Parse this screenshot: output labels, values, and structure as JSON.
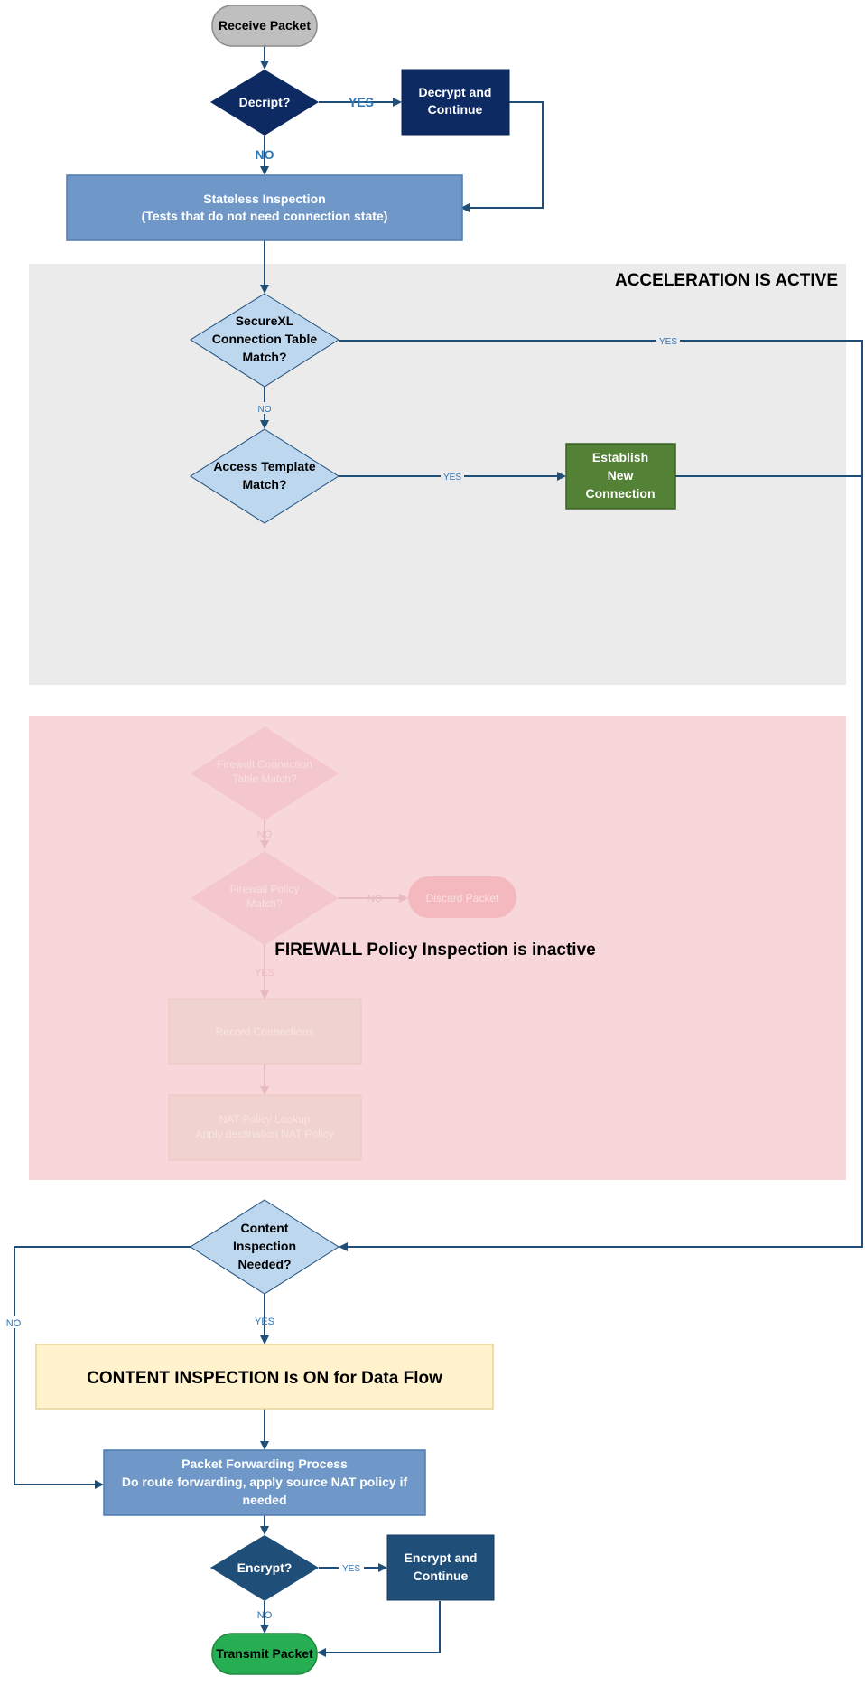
{
  "colors": {
    "dark_navy": "#0d2a63",
    "navy": "#1f4e79",
    "mid_blue": "#6f98c8",
    "light_blue": "#bdd7ee",
    "green": "#538135",
    "bright_green": "#27ae52",
    "grey_terminal": "#bfbfbf",
    "accel_bg": "#ebebeb",
    "firewall_bg": "#f8d7da",
    "content_bg": "#fff2cc",
    "line": "#1f4e79",
    "label_blue": "#2e75b6"
  },
  "nodes": {
    "receive_packet": "Receive Packet",
    "decrypt_decision": "Decript?",
    "decrypt_continue": [
      "Decrypt and",
      "Continue"
    ],
    "stateless_inspection": [
      "Stateless Inspection",
      "(Tests that do not need connection state)"
    ],
    "securexl_match": [
      "SecureXL",
      "Connection Table",
      "Match?"
    ],
    "access_template_match": [
      "Access Template",
      "Match?"
    ],
    "establish_connection": [
      "Establish",
      "New",
      "Connection"
    ],
    "content_inspection_needed": [
      "Content",
      "Inspection",
      "Needed?"
    ],
    "content_inspection_on": "CONTENT INSPECTION Is ON for Data Flow",
    "packet_forwarding": [
      "Packet Forwarding Process",
      "Do route forwarding, apply source NAT policy if",
      "needed"
    ],
    "encrypt_decision": "Encrypt?",
    "encrypt_continue": [
      "Encrypt and",
      "Continue"
    ],
    "transmit_packet": "Transmit Packet",
    "faded_discard_packet": "Discard Packet",
    "faded_record_connections": "Record Connections",
    "faded_nat_policy": [
      "NAT Policy Lookup",
      "Apply destination NAT Policy"
    ],
    "faded_connection_match": [
      "Firewall Connection",
      "Table Match?"
    ],
    "faded_policy_match": [
      "Firewall Policy",
      "Match?"
    ]
  },
  "regions": {
    "acceleration": "ACCELERATION IS ACTIVE",
    "firewall": "FIREWALL Policy Inspection is inactive"
  },
  "edge_labels": {
    "yes": "YES",
    "no": "NO"
  }
}
